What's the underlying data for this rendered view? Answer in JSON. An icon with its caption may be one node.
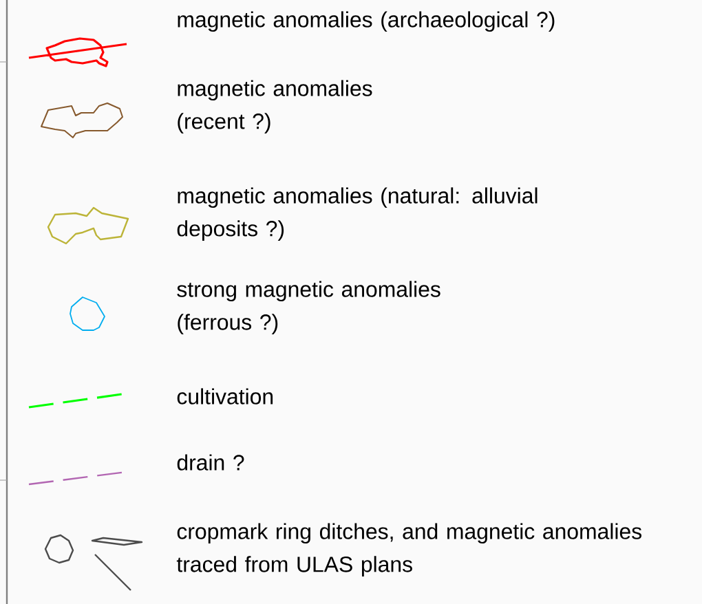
{
  "diagram": {
    "legend": [
      {
        "text": "magnetic anomalies (archaeological ?)"
      },
      {
        "text": "magnetic anomalies (recent ?)"
      },
      {
        "text": "magnetic anomalies (natural:  alluvial deposits ?)"
      },
      {
        "text": "strong magnetic anomalies (ferrous ?)"
      },
      {
        "text": "cultivation"
      },
      {
        "text": "drain ?"
      },
      {
        "text": "cropmark ring ditches, and magnetic anomalies traced from ULAS plans"
      }
    ]
  }
}
